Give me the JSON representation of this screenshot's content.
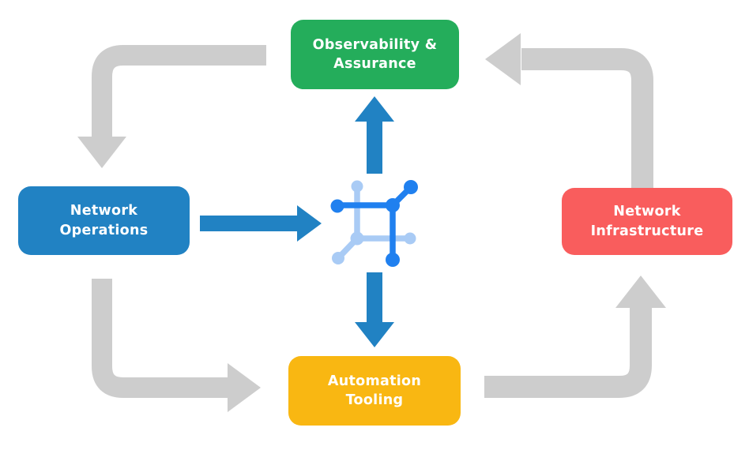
{
  "diagram": {
    "name": "network-automation-cycle-diagram",
    "background_color": "#ffffff",
    "nodes": [
      {
        "id": "observability-assurance",
        "lines": [
          "Observability &",
          "Assurance"
        ],
        "color": "#24AD5B",
        "position": "top"
      },
      {
        "id": "network-operations",
        "lines": [
          "Network",
          "Operations"
        ],
        "color": "#2182C3",
        "position": "left"
      },
      {
        "id": "network-infrastructure",
        "lines": [
          "Network",
          "Infrastructure"
        ],
        "color": "#F95D5D",
        "position": "right"
      },
      {
        "id": "automation-tooling",
        "lines": [
          "Automation",
          "Tooling"
        ],
        "color": "#F9B712",
        "position": "bottom"
      }
    ],
    "center_icon": {
      "name": "network-fabric-icon",
      "bright_color": "#2080EF",
      "light_color": "#A9CBF5"
    },
    "arrows": {
      "inner_color": "#2182C3",
      "outer_color": "#CDCDCD",
      "inner": [
        {
          "from": "network-operations",
          "to": "center-icon",
          "direction": "right"
        },
        {
          "from": "center-icon",
          "to": "observability-assurance",
          "direction": "up"
        },
        {
          "from": "center-icon",
          "to": "automation-tooling",
          "direction": "down"
        }
      ],
      "outer": [
        {
          "from": "observability-assurance",
          "to": "network-operations",
          "shape": "elbow-down"
        },
        {
          "from": "network-operations",
          "to": "automation-tooling",
          "shape": "elbow-right"
        },
        {
          "from": "automation-tooling",
          "to": "network-infrastructure",
          "shape": "elbow-up"
        },
        {
          "from": "network-infrastructure",
          "to": "observability-assurance",
          "shape": "elbow-left"
        }
      ]
    }
  }
}
